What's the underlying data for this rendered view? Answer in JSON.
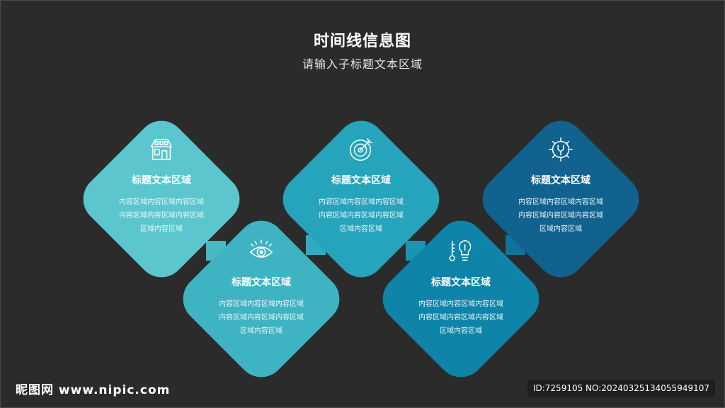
{
  "header": {
    "title": "时间线信息图",
    "subtitle": "请输入子标题文本区域"
  },
  "cards": [
    {
      "icon": "house-icon",
      "title": "标题文本区域",
      "body": [
        "内容区域内容区域内容区域",
        "内容区域内容区域内容区域",
        "区域内容区域"
      ],
      "color": "#5bc6cd"
    },
    {
      "icon": "eye-icon",
      "title": "标题文本区域",
      "body": [
        "内容区域内容区域内容区域",
        "内容区域内容区域内容区域",
        "区域内容区域"
      ],
      "color": "#3eb3c2"
    },
    {
      "icon": "target-icon",
      "title": "标题文本区域",
      "body": [
        "内容区域内容区域内容区域",
        "内容区域内容区域内容区域",
        "区域内容区域"
      ],
      "color": "#26a4bb"
    },
    {
      "icon": "bulb-thermometer-icon",
      "title": "标题文本区域",
      "body": [
        "内容区域内容区域内容区域",
        "内容区域内容区域内容区域",
        "区域内容区域"
      ],
      "color": "#0e84a8"
    },
    {
      "icon": "gear-wrench-icon",
      "title": "标题文本区域",
      "body": [
        "内容区域内容区域内容区域",
        "内容区域内容区域内容区域",
        "区域内容区域"
      ],
      "color": "#11628f"
    }
  ],
  "watermark": {
    "site": "昵图网 www.nipic.com",
    "id": "ID:7259105 NO:20240325134055949107"
  }
}
